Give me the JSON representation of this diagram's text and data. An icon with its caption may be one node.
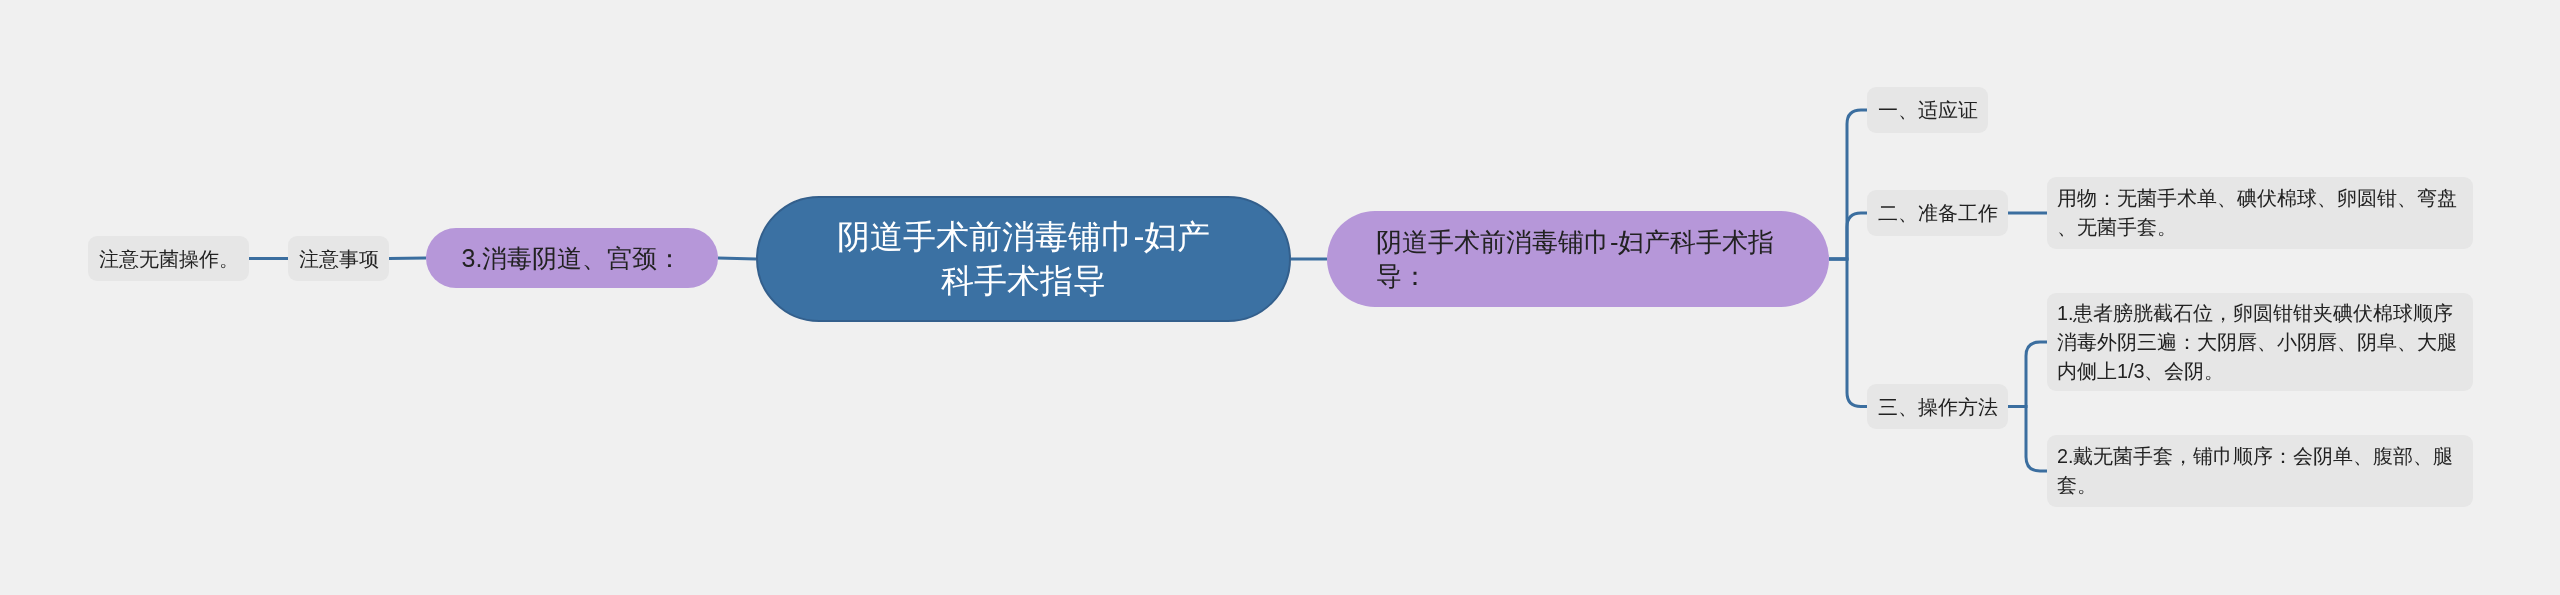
{
  "diagram": {
    "nodes": [
      {
        "text": [
          "阴道手术前消毒铺巾-妇产科手术指导"
        ]
      },
      {
        "text": [
          "阴道手术前消毒铺巾-妇产科手术指导："
        ]
      },
      {
        "text": [
          "一、适应证"
        ]
      },
      {
        "text": [
          "二、准备工作"
        ]
      },
      {
        "text": [
          "用物：无菌手术单、碘伏棉球、卵圆钳、弯盘、无菌手套。"
        ]
      },
      {
        "text": [
          "三、操作方法"
        ]
      },
      {
        "text": [
          "1.患者膀胱截石位，卵圆钳钳夹碘伏棉球顺序消毒外阴三遍：大阴唇、小阴唇、阴阜、大腿内侧上1/3、会阴。"
        ]
      },
      {
        "text": [
          "2.戴无菌手套，铺巾顺序：会阴单、腹部、腿套。"
        ]
      },
      {
        "text": [
          "3.消毒阴道、宫颈："
        ]
      },
      {
        "text": [
          "注意事项"
        ]
      },
      {
        "text": [
          "注意无菌操作。"
        ]
      }
    ],
    "edges": [
      {
        "from": 0,
        "to": 1,
        "arrow": "none"
      },
      {
        "from": 1,
        "to": 2,
        "arrow": "none"
      },
      {
        "from": 1,
        "to": 3,
        "arrow": "none"
      },
      {
        "from": 3,
        "to": 4,
        "arrow": "none"
      },
      {
        "from": 1,
        "to": 5,
        "arrow": "none"
      },
      {
        "from": 5,
        "to": 6,
        "arrow": "none"
      },
      {
        "from": 5,
        "to": 7,
        "arrow": "none"
      },
      {
        "from": 0,
        "to": 8,
        "arrow": "none"
      },
      {
        "from": 8,
        "to": 9,
        "arrow": "none"
      },
      {
        "from": 9,
        "to": 10,
        "arrow": "none"
      }
    ]
  }
}
